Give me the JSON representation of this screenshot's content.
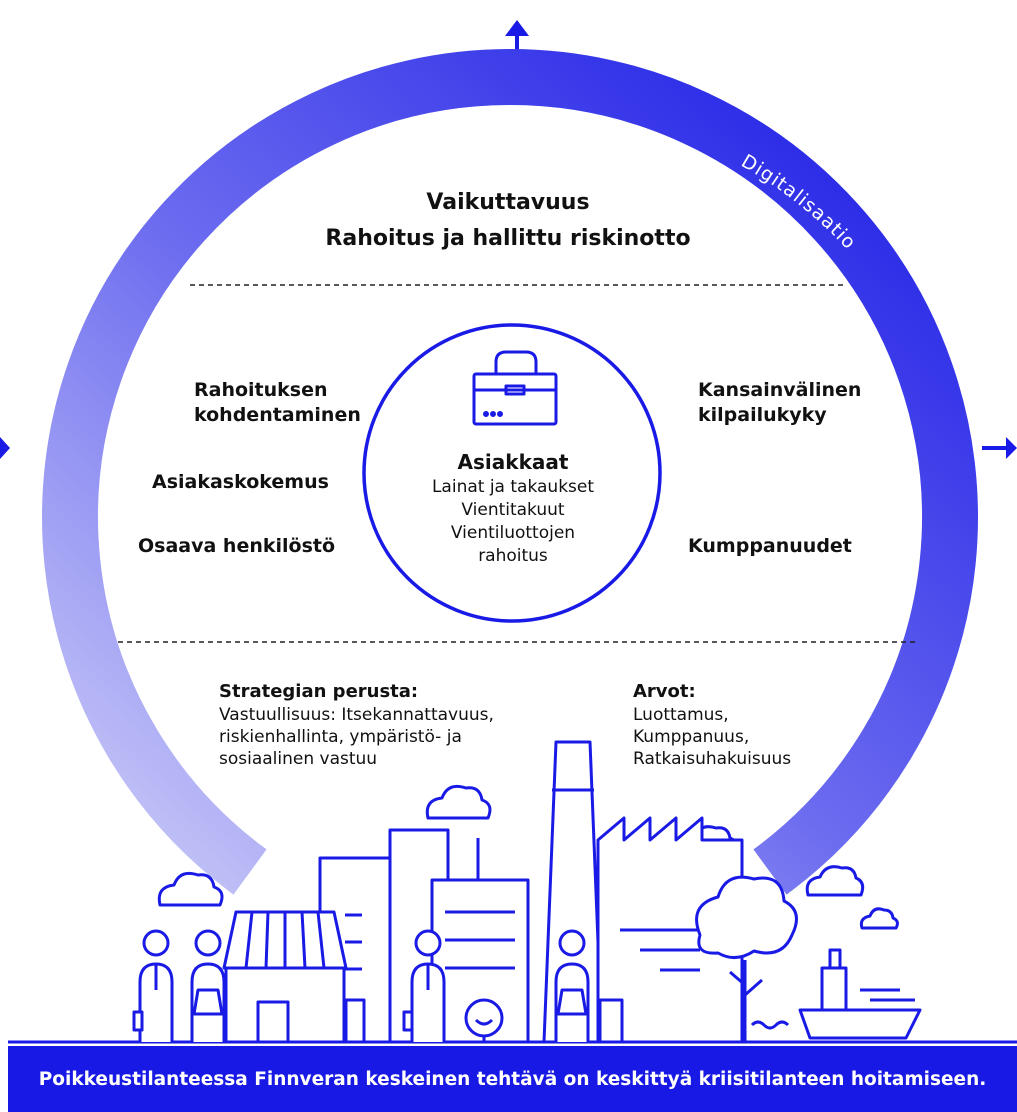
{
  "ring": {
    "label": "Digitalisaatio",
    "color_start": "#c9c9f7",
    "color_end": "#1a1ae6"
  },
  "top": {
    "line1": "Vaikuttavuus",
    "line2": "Rahoitus ja hallittu riskinotto"
  },
  "left": {
    "item1_line1": "Rahoituksen",
    "item1_line2": "kohdentaminen",
    "item2": "Asiakaskokemus",
    "item3": "Osaava henkilöstö"
  },
  "right": {
    "item1_line1": "Kansainvälinen",
    "item1_line2": "kilpailukyky",
    "item2": "Kumppanuudet"
  },
  "center": {
    "title": "Asiakkaat",
    "lines": [
      "Lainat ja takaukset",
      "Vientitakuut",
      "Vientiluottojen",
      "rahoitus"
    ]
  },
  "strategy": {
    "heading": "Strategian perusta:",
    "lines": [
      "Vastuullisuus: Itsekannattavuus,",
      "riskienhallinta, ympäristö- ja",
      "sosiaalinen vastuu"
    ]
  },
  "values": {
    "heading": "Arvot:",
    "lines": [
      "Luottamus,",
      "Kumppanuus,",
      "Ratkaisuhakuisuus"
    ]
  },
  "footer": {
    "text": "Poikkeustilanteessa Finnveran keskeinen tehtävä on keskittyä kriisitilanteen hoitamiseen."
  },
  "colors": {
    "accent": "#1919e6",
    "line": "#1a1ae6",
    "text": "#111111"
  }
}
